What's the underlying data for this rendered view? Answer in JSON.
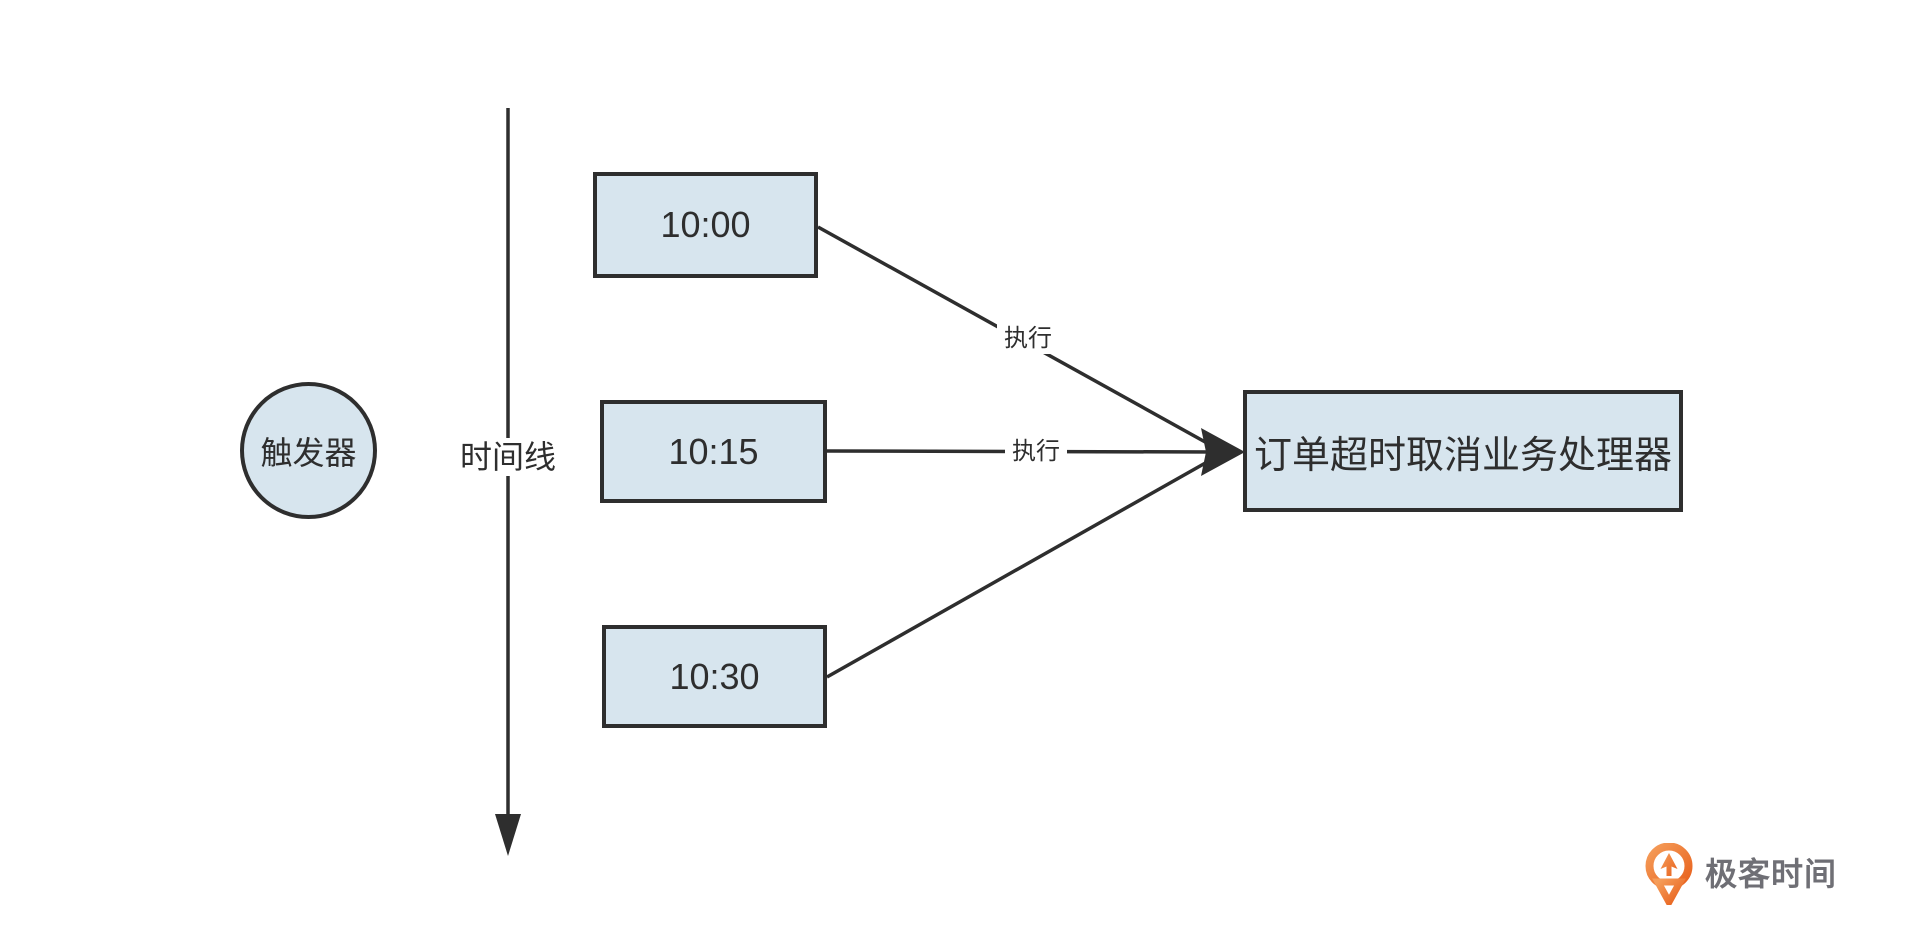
{
  "diagram": {
    "trigger": {
      "label": "触发器"
    },
    "timeline": {
      "label": "时间线"
    },
    "timers": [
      {
        "label": "10:00"
      },
      {
        "label": "10:15"
      },
      {
        "label": "10:30"
      }
    ],
    "processor": {
      "label": "订单超时取消业务处理器"
    },
    "edges": [
      {
        "from": "10:00",
        "to": "订单超时取消业务处理器",
        "label": "执行"
      },
      {
        "from": "10:15",
        "to": "订单超时取消业务处理器",
        "label": "执行"
      },
      {
        "from": "10:30",
        "to": "订单超时取消业务处理器",
        "label": ""
      }
    ]
  },
  "logo": {
    "text": "极客时间",
    "icon": "geektime-pin-icon"
  },
  "colors": {
    "canvas_bg": "#ffffff",
    "node_fill": "#d7e5ee",
    "stroke": "#2e2e2e",
    "label_text": "#2e2e2e",
    "logo_orange_light": "#f59d5a",
    "logo_orange_dark": "#e8611c",
    "logo_text": "#6f6f75"
  }
}
